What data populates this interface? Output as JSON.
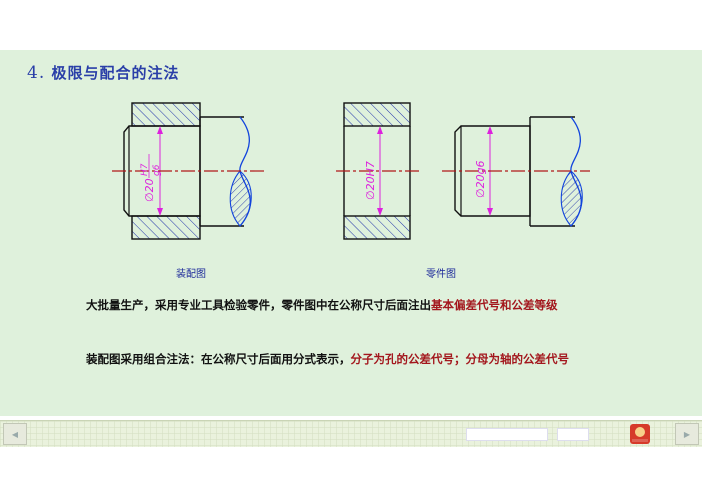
{
  "slide": {
    "title_number": "4.",
    "title": "极限与配合的注法",
    "assembly": {
      "caption": "装配图",
      "dim_main": "∅20",
      "dim_num": "H7",
      "dim_den": "g6"
    },
    "parts": {
      "caption": "零件图",
      "hole_dim": "∅20H7",
      "shaft_dim": "∅20g6"
    },
    "paragraph1": {
      "normal": "大批量生产，采用专业工具检验零件，零件图中在公称尺寸后面注出",
      "highlight": "基本偏差代号和公差等级"
    },
    "paragraph2": {
      "normal": "装配图采用组合注法：在公称尺寸后面用分式表示，",
      "highlight1": "分子为孔的公差代号；",
      "highlight2": "分母为轴的公差代号"
    }
  },
  "colors": {
    "slide_bg": "#dff1dc",
    "title": "#2a3fa8",
    "hatch": "#2233aa",
    "dimension": "#dd22dd",
    "centerline": "#b01818",
    "highlight": "#a3171d"
  },
  "navbar": {
    "prev_icon": "left-arrow-icon",
    "next_icon": "right-arrow-icon",
    "logo_icon": "app-logo-icon"
  }
}
